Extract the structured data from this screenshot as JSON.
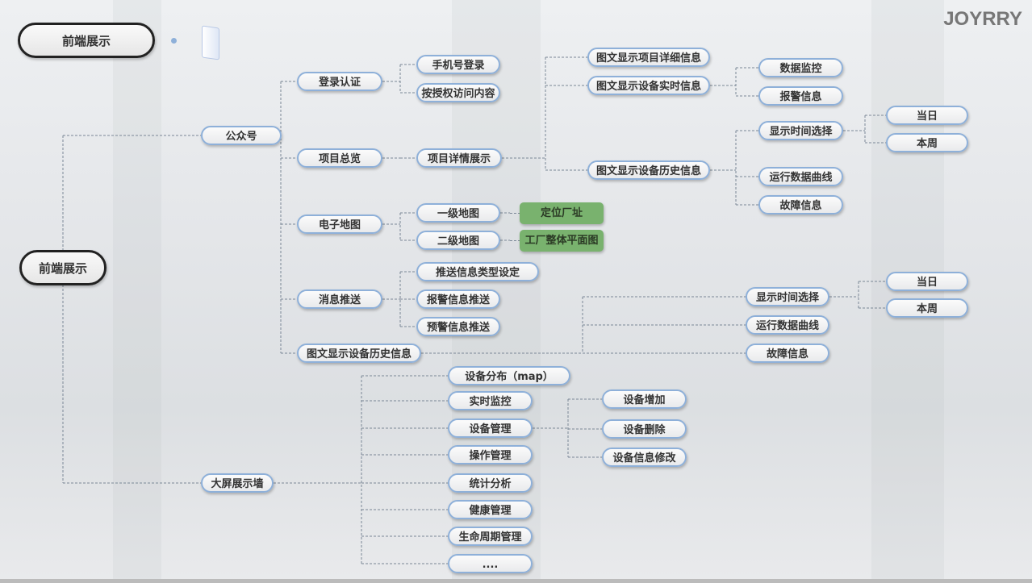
{
  "brand": "JOYRRY",
  "title": "前端展示",
  "root": "前端展示",
  "public_account": {
    "label": "公众号",
    "login": {
      "label": "登录认证",
      "children": [
        "手机号登录",
        "按授权访问内容"
      ]
    },
    "overview": {
      "label": "项目总览",
      "detail": "项目详情展示",
      "items": [
        "图文显示项目详细信息",
        "图文显示设备实时信息",
        "图文显示设备历史信息"
      ],
      "realtime_children": [
        "数据监控",
        "报警信息"
      ],
      "history_children": [
        "显示时间选择",
        "运行数据曲线",
        "故障信息"
      ],
      "time_options": [
        "当日",
        "本周"
      ]
    },
    "map": {
      "label": "电子地图",
      "levels": [
        "一级地图",
        "二级地图"
      ],
      "results": [
        "定位厂址",
        "工厂整体平面图"
      ]
    },
    "push": {
      "label": "消息推送",
      "children": [
        "推送信息类型设定",
        "报警信息推送",
        "预警信息推送"
      ]
    },
    "history": {
      "label": "图文显示设备历史信息",
      "children": [
        "显示时间选择",
        "运行数据曲线",
        "故障信息"
      ],
      "time_options": [
        "当日",
        "本周"
      ]
    }
  },
  "big_screen": {
    "label": "大屏展示墙",
    "children": [
      "设备分布（map）",
      "实时监控",
      "设备管理",
      "操作管理",
      "统计分析",
      "健康管理",
      "生命周期管理",
      "...."
    ],
    "device_mgmt_children": [
      "设备增加",
      "设备删除",
      "设备信息修改"
    ]
  }
}
